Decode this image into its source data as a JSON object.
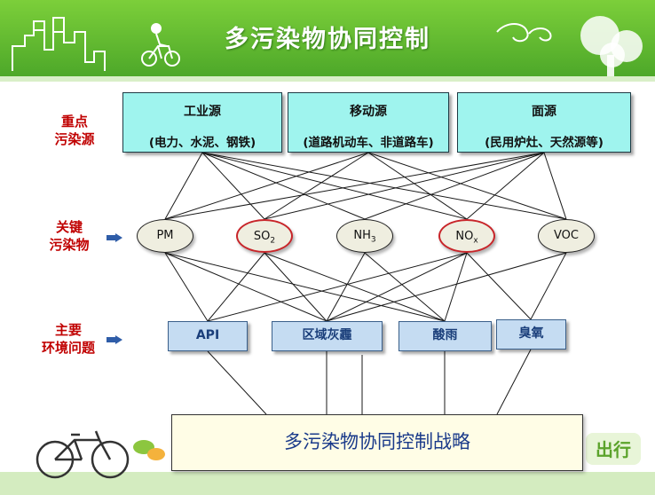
{
  "slide": {
    "title": "多污染物协同控制"
  },
  "header": {
    "slogan": "出行"
  },
  "row_labels": [
    {
      "line1": "重点",
      "line2": "污染源"
    },
    {
      "line1": "关键",
      "line2": "污染物"
    },
    {
      "line1": "主要",
      "line2": "环境问题"
    }
  ],
  "sources": [
    {
      "name": "工业源",
      "detail": "(电力、水泥、钢铁)"
    },
    {
      "name": "移动源",
      "detail": "(道路机动车、非道路车)"
    },
    {
      "name": "面源",
      "detail": "(民用炉灶、天然源等)"
    }
  ],
  "pollutants": [
    {
      "base": "PM",
      "sub": "",
      "highlight": false
    },
    {
      "base": "SO",
      "sub": "2",
      "highlight": true
    },
    {
      "base": "NH",
      "sub": "3",
      "highlight": false
    },
    {
      "base": "NO",
      "sub": "x",
      "highlight": true
    },
    {
      "base": "VOC",
      "sub": "",
      "highlight": false
    }
  ],
  "problems": [
    "API",
    "区域灰霾",
    "酸雨",
    "臭氧"
  ],
  "strategy": "多污染物协同控制战略",
  "colors": {
    "header_green": "#5cb82e",
    "label_red": "#c00000",
    "source_fill": "#9ff4ee",
    "pollutant_fill": "#efeee0",
    "highlight_red": "#c8252a",
    "problem_fill": "#c5dcf2",
    "problem_text": "#1a3e7a",
    "strategy_fill": "#fffde6",
    "strategy_text": "#1a3a8a"
  },
  "links": {
    "source_pollutant": [
      [
        0,
        0
      ],
      [
        0,
        1
      ],
      [
        0,
        2
      ],
      [
        0,
        3
      ],
      [
        0,
        4
      ],
      [
        1,
        0
      ],
      [
        1,
        1
      ],
      [
        1,
        3
      ],
      [
        1,
        4
      ],
      [
        2,
        0
      ],
      [
        2,
        1
      ],
      [
        2,
        2
      ],
      [
        2,
        3
      ],
      [
        2,
        4
      ]
    ],
    "pollutant_problem": [
      [
        0,
        0
      ],
      [
        0,
        1
      ],
      [
        0,
        2
      ],
      [
        1,
        0
      ],
      [
        1,
        1
      ],
      [
        1,
        2
      ],
      [
        2,
        1
      ],
      [
        2,
        2
      ],
      [
        3,
        0
      ],
      [
        3,
        1
      ],
      [
        3,
        2
      ],
      [
        3,
        3
      ],
      [
        4,
        1
      ],
      [
        4,
        3
      ]
    ]
  }
}
